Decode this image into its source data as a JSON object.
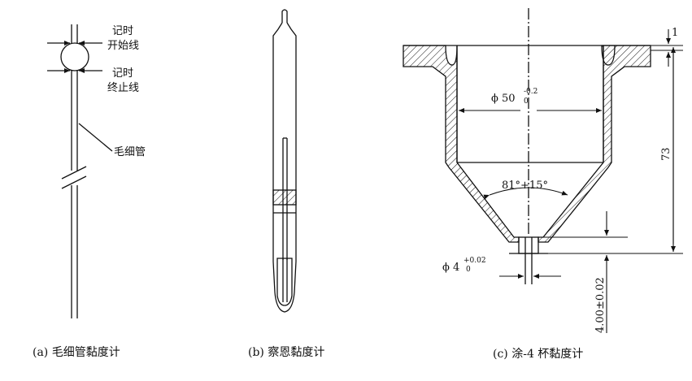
{
  "panel_a": {
    "label_start_1": "记时",
    "label_start_2": "开始线",
    "label_end_1": "记时",
    "label_end_2": "终止线",
    "label_capillary": "毛细管",
    "caption": "(a) 毛细管黏度计"
  },
  "panel_b": {
    "caption": "(b) 察恩黏度计"
  },
  "panel_c": {
    "dim_top_small": "1",
    "dim_diameter": "ϕ 50",
    "dim_diameter_tol_upper": "-0.2",
    "dim_diameter_tol_lower": "0",
    "dim_angle": "81°+15°",
    "dim_height": "73",
    "dim_orifice": "ϕ 4",
    "dim_orifice_tol_upper": "+0.02",
    "dim_orifice_tol_lower": "0",
    "dim_orifice_length": "4.00±0.02",
    "caption": "(c)  涂-4 杯黏度计"
  }
}
